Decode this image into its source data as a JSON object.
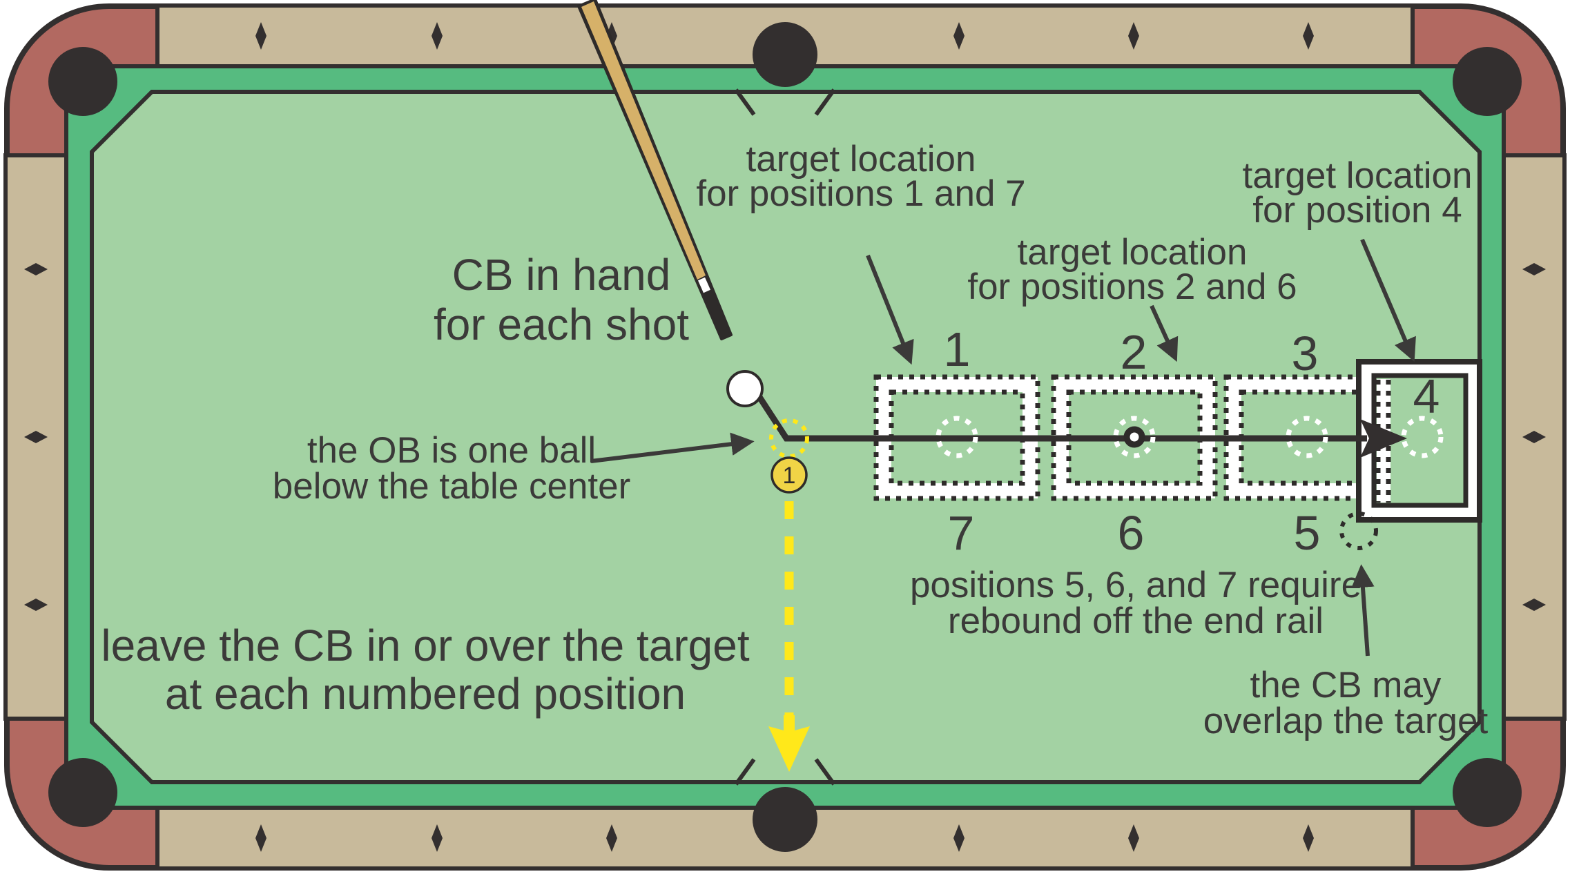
{
  "diagram": {
    "type": "billiards-drill-diagram",
    "labels": {
      "cb_in_hand": [
        "CB in hand",
        "for each shot"
      ],
      "target_1_7": [
        "target location",
        "for positions 1 and 7"
      ],
      "target_2_6": [
        "target location",
        "for positions 2 and 6"
      ],
      "target_4": [
        "target location",
        "for position 4"
      ],
      "ob_note": [
        "the OB is one ball",
        "below the table center"
      ],
      "rebound_note": [
        "positions 5, 6, and 7 require",
        "rebound off the end rail"
      ],
      "overlap_note": [
        "the CB may",
        "overlap the target"
      ],
      "leave_note": [
        "leave the CB in or over the target",
        "at each numbered position"
      ]
    },
    "position_numbers": [
      "1",
      "2",
      "3",
      "4",
      "5",
      "6",
      "7"
    ],
    "object_ball_number": "1",
    "colors": {
      "cloth": "#a3d2a3",
      "cushion": "#56bb80",
      "rail": "#c8ba9b",
      "corner_casing": "#b26961",
      "outline": "#332f2f",
      "text": "#3b3a39",
      "ob_path_yellow": "#ffe81a",
      "object_ball_yellow": "#f0d446",
      "cue_wood": "#d6b169",
      "target_white": "#ffffff"
    }
  }
}
